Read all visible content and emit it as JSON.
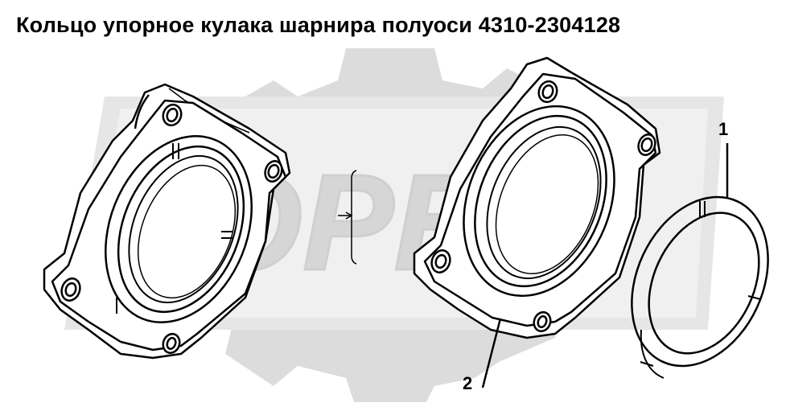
{
  "title": "Кольцо упорное кулака шарнира полуоси 4310-2304128",
  "watermark": {
    "text": "OPEX",
    "color": "#d9d9d9"
  },
  "callouts": [
    {
      "label": "1",
      "part": "thrust-ring"
    },
    {
      "label": "2",
      "part": "knuckle-flange"
    }
  ],
  "colors": {
    "line": "#000000",
    "background": "#ffffff",
    "watermark": "#d9d9d9"
  }
}
